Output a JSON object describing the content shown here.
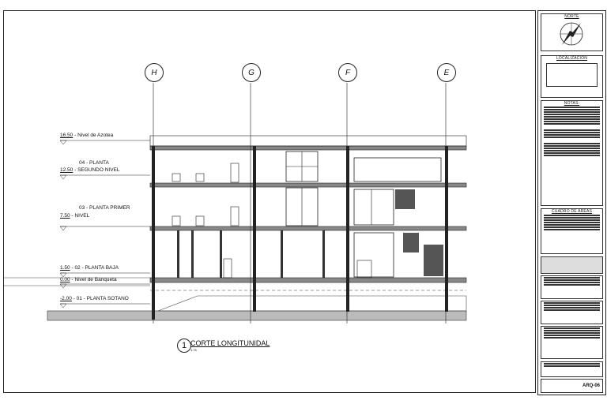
{
  "grid_labels": [
    "H",
    "G",
    "F",
    "E"
  ],
  "levels": [
    {
      "value": "16.50",
      "name": "- Nivel de Azotea"
    },
    {
      "value": "12.50",
      "name_line1": "04 - PLANTA",
      "name_line2": "- SEGUNDO NIVEL"
    },
    {
      "value": "7.50",
      "name_line1": "03 - PLANTA PRIMER",
      "name_line2": "- NIVEL"
    },
    {
      "value": "1.50",
      "name": "- 02 - PLANTA BAJA"
    },
    {
      "value": "0.00",
      "name": "- Nivel de Banqueta"
    },
    {
      "value": "-2.00",
      "name": "- 01 - PLANTA SOTANO"
    }
  ],
  "view_title": {
    "number": "1",
    "text": "CORTE LONGITUNIDAL",
    "scale": "1:75"
  },
  "title_block": {
    "north": "NORTE",
    "location": "LOCALIZACION",
    "notes": "NOTAS:",
    "areas": "CUADRO DE AREAS",
    "sheet_number": "ARQ-06"
  }
}
